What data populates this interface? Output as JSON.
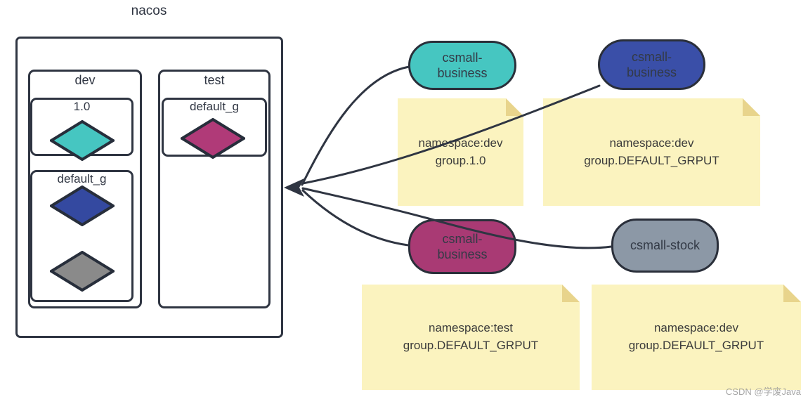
{
  "diagram": {
    "title": "nacos",
    "namespaces": [
      {
        "name": "dev",
        "groups": [
          {
            "name": "1.0"
          },
          {
            "name": "default_g"
          }
        ]
      },
      {
        "name": "test",
        "groups": [
          {
            "name": "default_g"
          }
        ]
      }
    ],
    "services": [
      {
        "id": "service-teal",
        "label": "csmall-\nbusiness"
      },
      {
        "id": "service-blue",
        "label": "csmall-\nbusiness"
      },
      {
        "id": "service-magenta",
        "label": "csmall-\nbusiness"
      },
      {
        "id": "service-gray",
        "label": "csmall-stock"
      }
    ],
    "notes": [
      {
        "text": "namespace:dev\ngroup.1.0"
      },
      {
        "text": "namespace:dev\ngroup.DEFAULT_GRPUT"
      },
      {
        "text": "namespace:test\ngroup.DEFAULT_GRPUT"
      },
      {
        "text": "namespace:dev\ngroup.DEFAULT_GRPUT"
      }
    ]
  },
  "colors": {
    "pill_teal": "#46c6c1",
    "pill_blue": "#3a4fa8",
    "pill_magenta": "#a93a74",
    "pill_gray": "#8c98a6",
    "diamond_teal": "#46c6c1",
    "diamond_blue": "#3449a0",
    "diamond_magenta": "#b03a78",
    "diamond_gray": "#8a8a8a",
    "line": "#2f3542",
    "note_bg": "#fbf3bf",
    "note_fold": "#e8d48c"
  },
  "watermark": "CSDN @学废Java"
}
